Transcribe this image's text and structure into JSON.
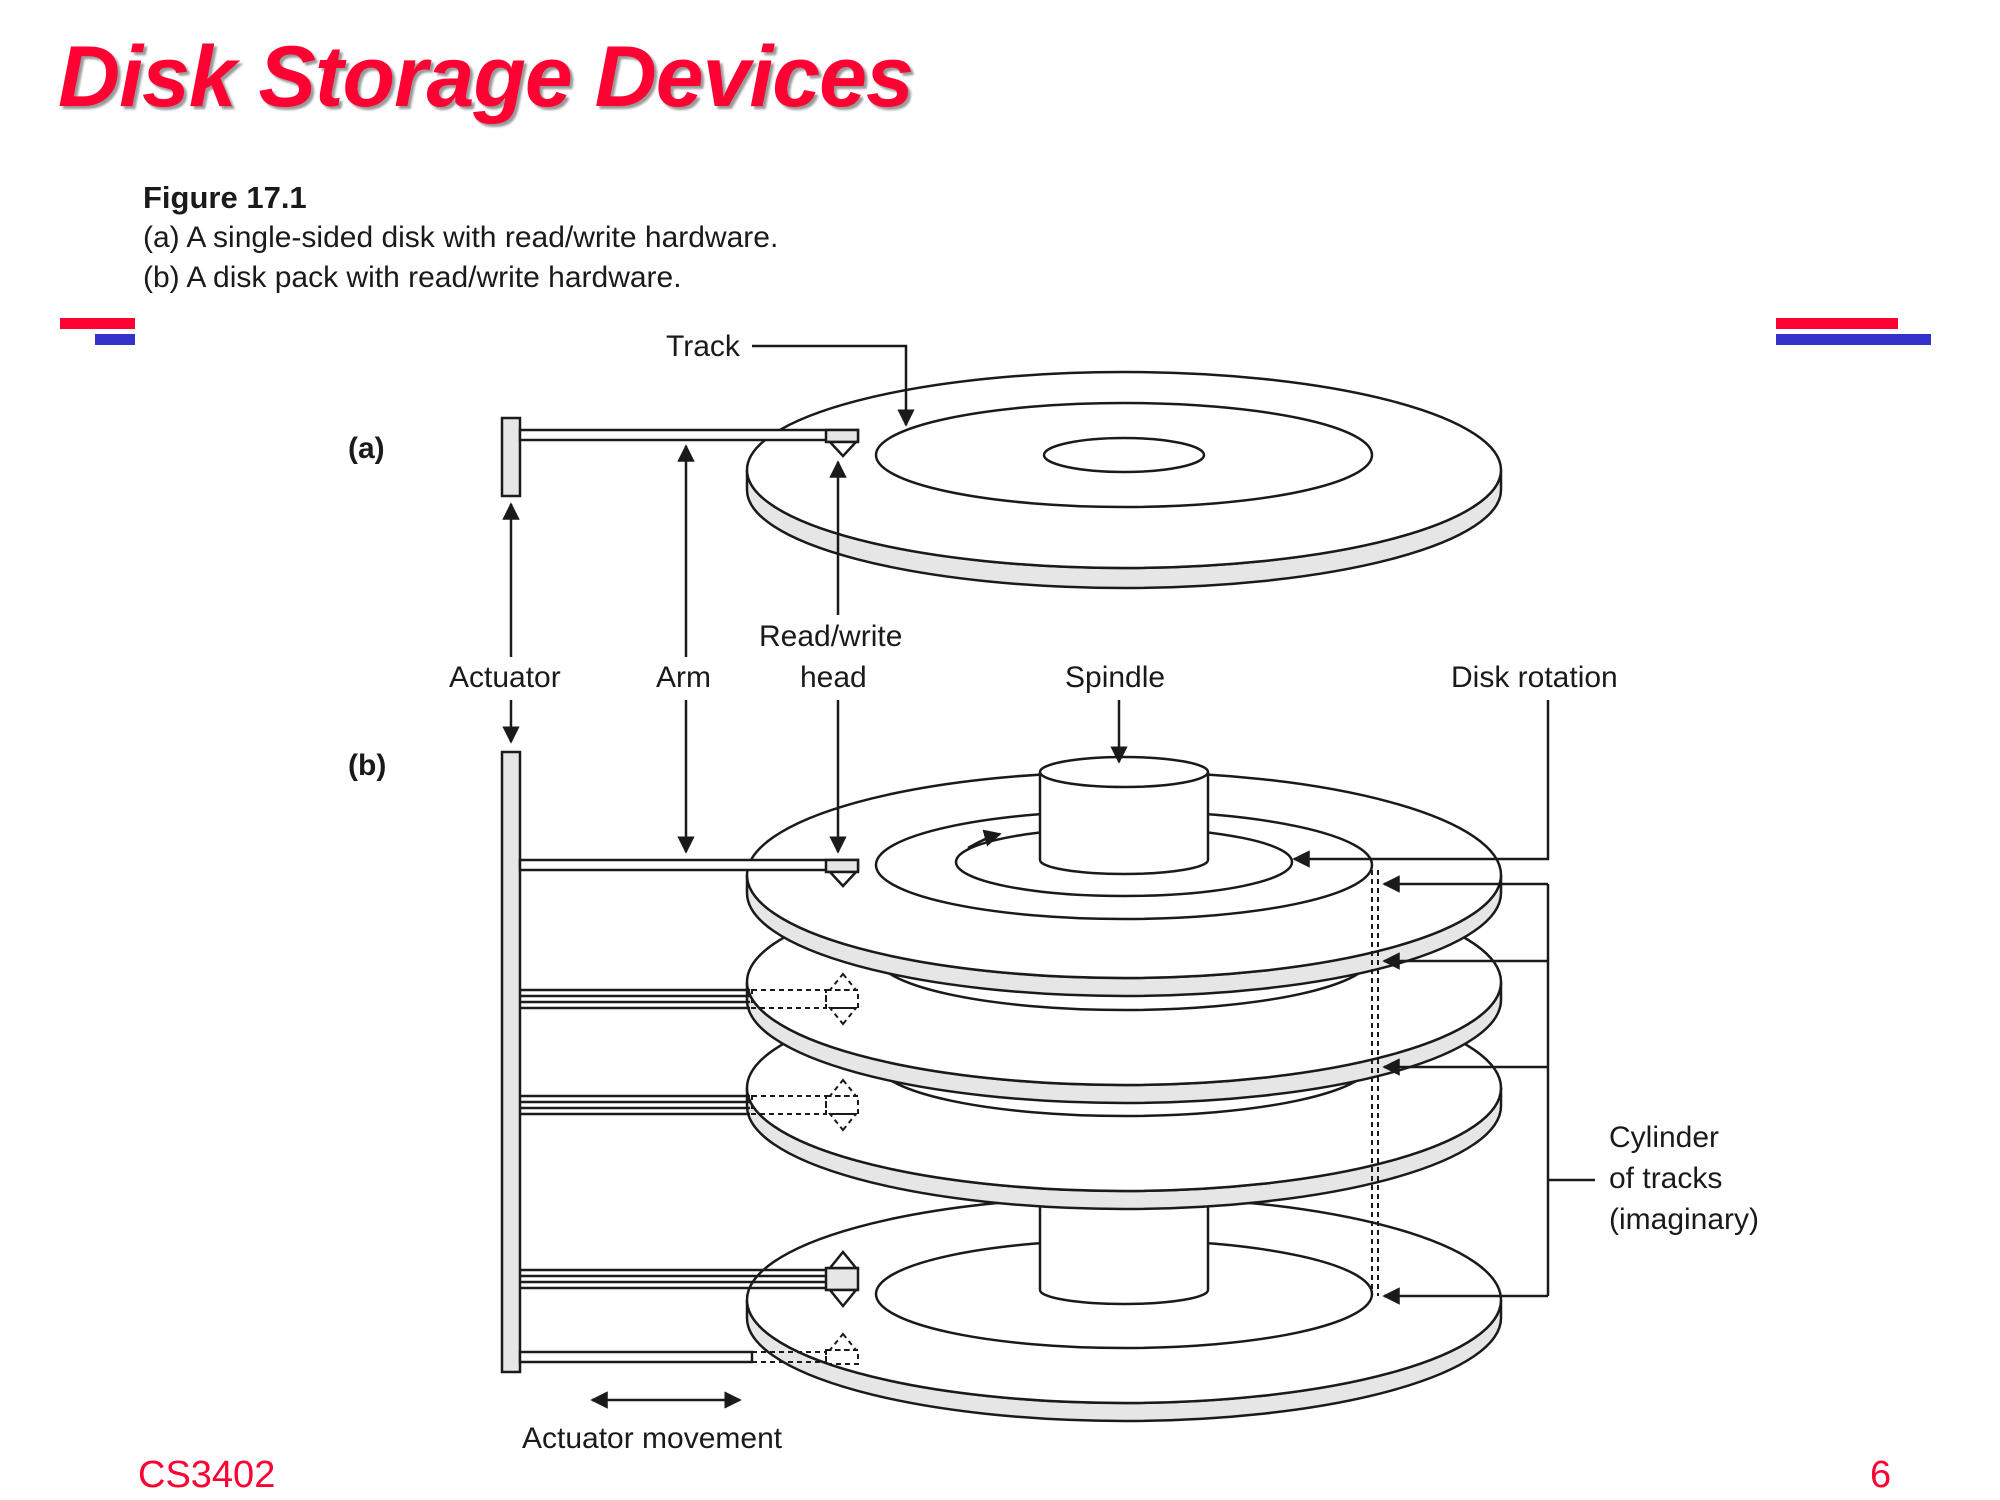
{
  "slide": {
    "title": "Disk Storage Devices",
    "footer_left": "CS3402",
    "page_number": "6"
  },
  "caption": {
    "figure_number": "Figure 17.1",
    "line_a": "(a) A single-sided disk with read/write hardware.",
    "line_b": "(b) A disk pack with read/write hardware."
  },
  "diagram": {
    "panel_a": "(a)",
    "panel_b": "(b)",
    "track": "Track",
    "actuator": "Actuator",
    "arm": "Arm",
    "read_write_line1": "Read/write",
    "read_write_line2": "head",
    "spindle": "Spindle",
    "disk_rotation": "Disk rotation",
    "cylinder_line1": "Cylinder",
    "cylinder_line2": "of tracks",
    "cylinder_line3": "(imaginary)",
    "actuator_movement": "Actuator movement"
  },
  "colors": {
    "accent_red": "#ff0033",
    "accent_blue": "#3333cc",
    "platter_edge": "#e6e6e6",
    "line": "#1a1a1a"
  }
}
